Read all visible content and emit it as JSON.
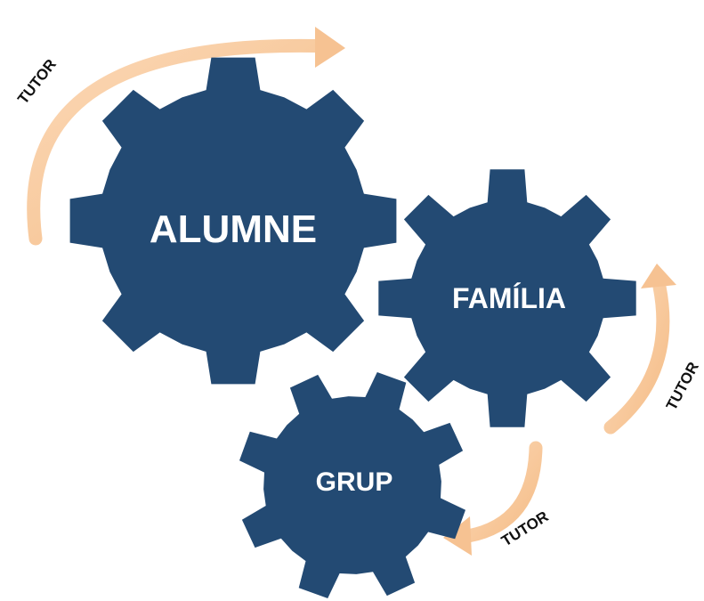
{
  "colors": {
    "gear": "#234a73",
    "gear_text": "#ffffff",
    "arrow": "#f8c79a",
    "tutor_text": "#111111",
    "background": "#ffffff"
  },
  "gears": {
    "alumne": {
      "label": "ALUMNE"
    },
    "familia": {
      "label": "FAMÍLIA"
    },
    "grup": {
      "label": "GRUP"
    }
  },
  "arrows": {
    "top": {
      "label": "TUTOR"
    },
    "right": {
      "label": "TUTOR"
    },
    "bottom": {
      "label": "TUTOR"
    }
  }
}
